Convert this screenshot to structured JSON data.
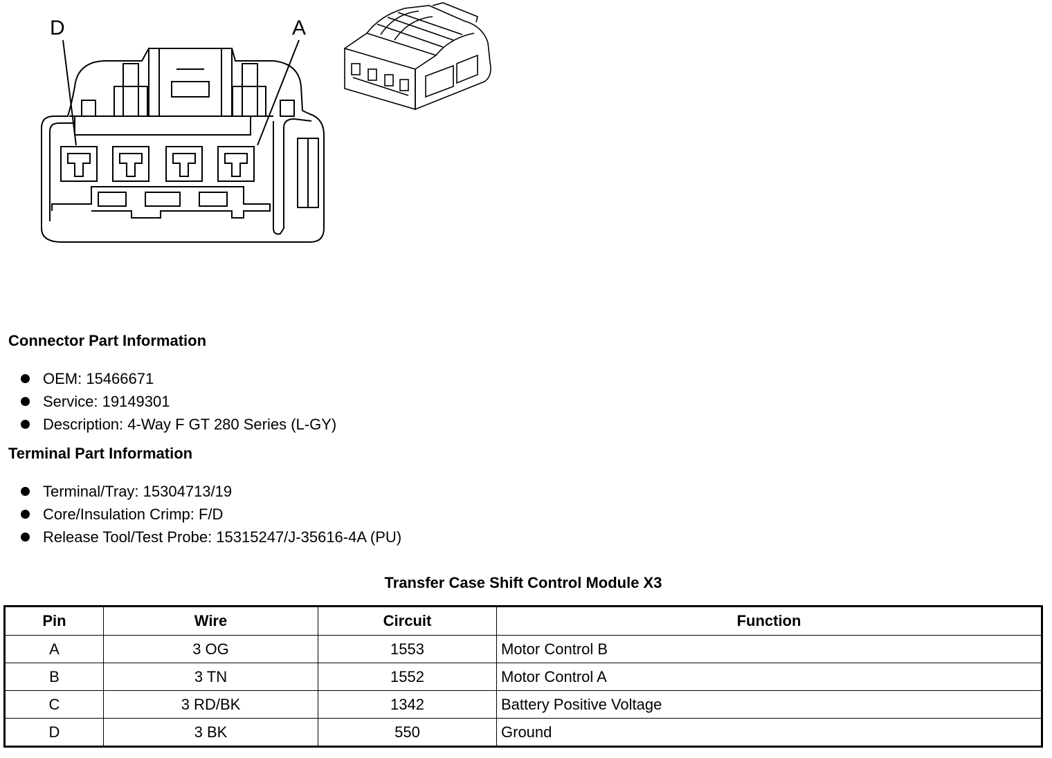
{
  "diagram": {
    "pin_label_left": "D",
    "pin_label_right": "A"
  },
  "connector_info": {
    "heading": "Connector Part Information",
    "items": [
      "OEM: 15466671",
      "Service: 19149301",
      "Description: 4-Way F GT 280 Series (L-GY)"
    ]
  },
  "terminal_info": {
    "heading": "Terminal Part Information",
    "items": [
      "Terminal/Tray: 15304713/19",
      "Core/Insulation Crimp: F/D",
      "Release Tool/Test Probe: 15315247/J-35616-4A (PU)"
    ]
  },
  "table": {
    "title": "Transfer Case Shift Control Module X3",
    "headers": [
      "Pin",
      "Wire",
      "Circuit",
      "Function"
    ],
    "rows": [
      [
        "A",
        "3 OG",
        "1553",
        "Motor Control B"
      ],
      [
        "B",
        "3 TN",
        "1552",
        "Motor Control A"
      ],
      [
        "C",
        "3 RD/BK",
        "1342",
        "Battery Positive Voltage"
      ],
      [
        "D",
        "3 BK",
        "550",
        "Ground"
      ]
    ]
  }
}
